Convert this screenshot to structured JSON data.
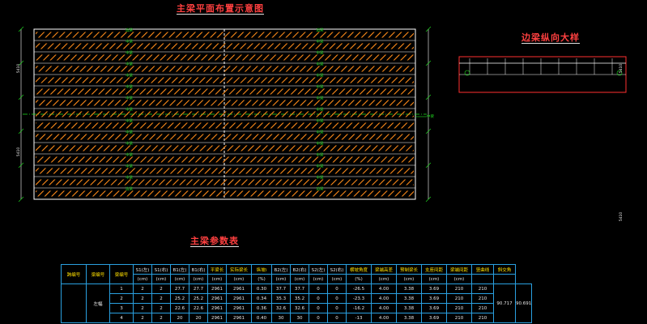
{
  "drawing": {
    "title_plan": "主梁平面布置示意图",
    "title_detail": "边梁纵向大样",
    "title_table": "主梁参数表",
    "callout_right": "中梁",
    "girder_labels": [
      "边梁",
      "中梁",
      "中梁",
      "中梁",
      "中梁",
      "中梁",
      "中梁",
      "中梁",
      "中梁",
      "中梁",
      "中梁",
      "中梁",
      "中梁",
      "中梁",
      "边梁"
    ],
    "dim_left": [
      "5410",
      "5410"
    ],
    "dim_right": [
      "5410",
      "5410"
    ]
  },
  "colors": {
    "frame": "#ffffff",
    "hatch": "#ff8c1a",
    "green": "#20e020",
    "grid": "#2aa0e0",
    "red": "#ff3030"
  },
  "table": {
    "header_row1": [
      "跨编号",
      "梁编号",
      "梁编号",
      "S1(左)",
      "S1(右)",
      "B1(左)",
      "B1(右)",
      "平梁长",
      "实际梁长",
      "纵坡i",
      "B2(左)",
      "B2(右)",
      "S2(左)",
      "S2(右)",
      "横坡角度",
      "梁端高差",
      "预制梁长",
      "支座间距",
      "梁端间距",
      "竖曲线",
      "斜交角"
    ],
    "header_row2": [
      "(cm)",
      "(cm)",
      "(cm)",
      "(cm)",
      "(cm)",
      "(cm)",
      "(%)",
      "(cm)",
      "(cm)",
      "(cm)",
      "(cm)",
      "(%)",
      "(cm)",
      "(cm)",
      "(cm)",
      "(cm)"
    ],
    "rows": [
      [
        "1",
        "2",
        "2",
        "27.7",
        "27.7",
        "2961",
        "2961",
        "0.30",
        "37.7",
        "37.7",
        "0",
        "0",
        "-26.5",
        "4.00",
        "3.38",
        "3.69",
        "210",
        "210"
      ],
      [
        "2",
        "2",
        "2",
        "25.2",
        "25.2",
        "2961",
        "2961",
        "0.34",
        "35.3",
        "35.2",
        "0",
        "0",
        "-23.3",
        "4.00",
        "3.38",
        "3.69",
        "210",
        "210"
      ],
      [
        "3",
        "2",
        "2",
        "22.6",
        "22.6",
        "2961",
        "2961",
        "0.36",
        "32.6",
        "32.6",
        "0",
        "0",
        "-16.2",
        "4.00",
        "3.38",
        "3.69",
        "210",
        "210"
      ],
      [
        "4",
        "2",
        "2",
        "20",
        "20",
        "2961",
        "2961",
        "0.40",
        "30",
        "30",
        "0",
        "0",
        "-13",
        "4.00",
        "3.38",
        "3.69",
        "210",
        "210"
      ]
    ],
    "span_label": "左幅",
    "vertical_curve": "90.717",
    "skew_angle": "90.691"
  }
}
